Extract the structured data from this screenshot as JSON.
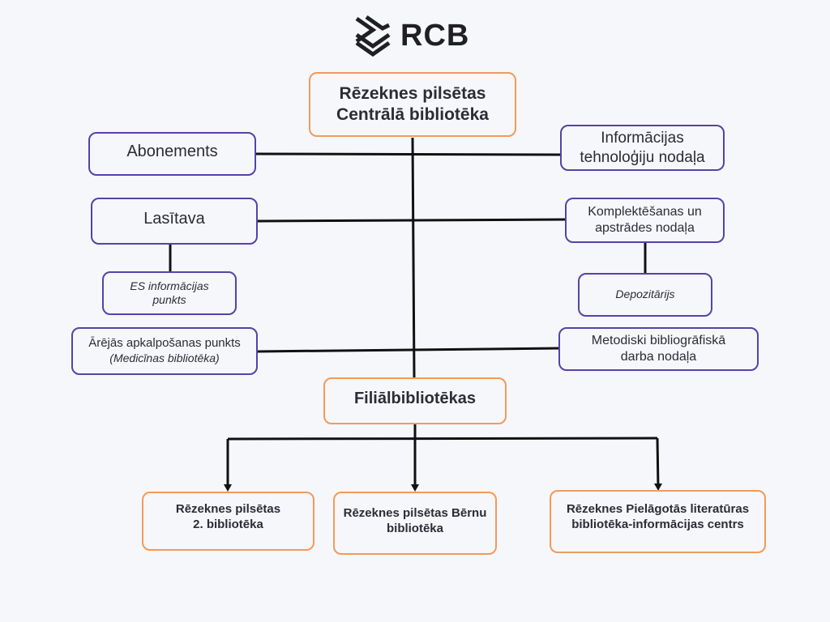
{
  "logo": {
    "text": "RCB",
    "icon": "stacked-chevrons-logo-icon"
  },
  "colors": {
    "purple_border": "#5642a8",
    "orange_border": "#f39a5a",
    "line": "#111111",
    "background": "#f6f7fb"
  },
  "root": {
    "line1": "Rēzeknes pilsētas",
    "line2": "Centrālā bibliotēka"
  },
  "left": {
    "abonements": "Abonements",
    "lasitava": "Lasītava",
    "es_info": {
      "line1": "ES informācijas",
      "line2": "punkts"
    },
    "areja": {
      "line1": "Ārējās apkalpošanas punkts",
      "line2": "(Medicīnas bibliotēka)"
    }
  },
  "right": {
    "it": {
      "line1": "Informācijas",
      "line2": "tehnoloģiju nodaļa"
    },
    "komplekt": {
      "line1": "Komplektēšanas un",
      "line2": "apstrādes nodaļa"
    },
    "depozitarijs": "Depozitārijs",
    "metodiski": {
      "line1": "Metodiski bibliogrāfiskā",
      "line2": "darba nodaļa"
    }
  },
  "filial": {
    "label": "Filiālbibliotēkas"
  },
  "branches": [
    {
      "line1": "Rēzeknes pilsētas",
      "line2": "2. bibliotēka"
    },
    {
      "line1": "Rēzeknes pilsētas Bērnu",
      "line2": "bibliotēka"
    },
    {
      "line1": "Rēzeknes Pielāgotās literatūras",
      "line2": "bibliotēka-informācijas centrs"
    }
  ]
}
